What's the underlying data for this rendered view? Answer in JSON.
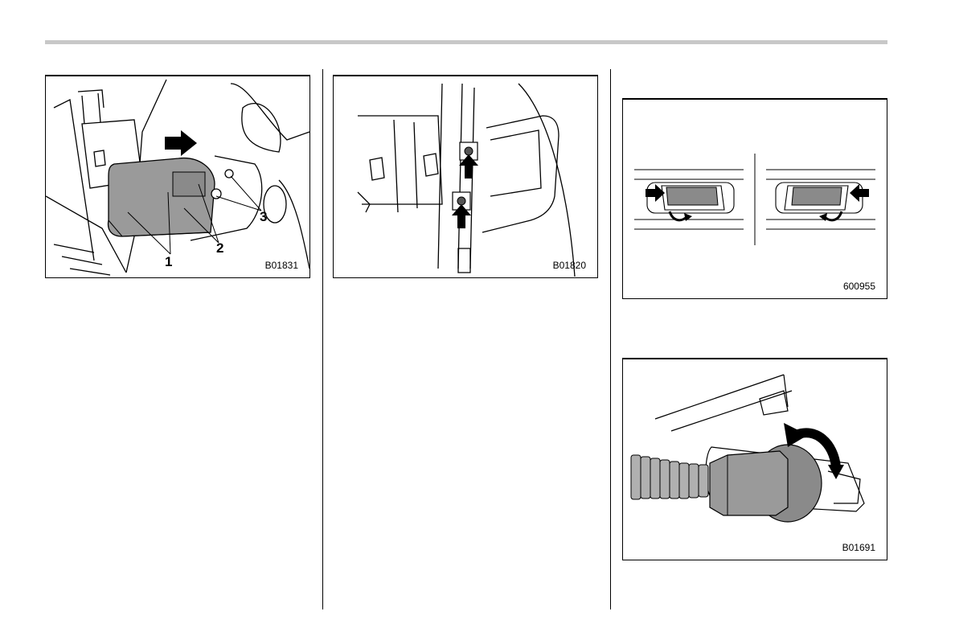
{
  "figures": [
    {
      "code": "B01831",
      "callouts": [
        "1",
        "2",
        "3"
      ]
    },
    {
      "code": "B01820"
    },
    {
      "code": "600955"
    },
    {
      "code": "B01691"
    }
  ]
}
